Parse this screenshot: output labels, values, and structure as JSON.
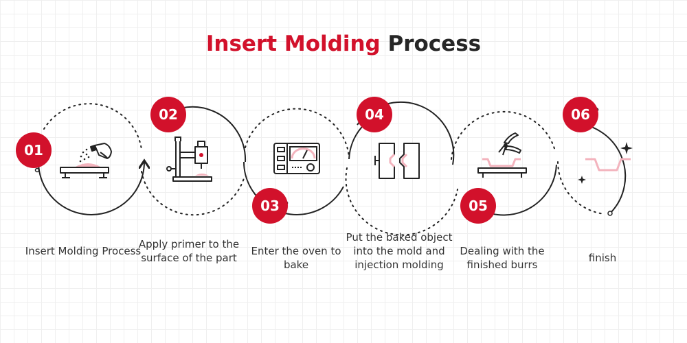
{
  "title": {
    "accent": "Insert Molding",
    "rest": "Process"
  },
  "colors": {
    "accent": "#d2112b",
    "line": "#222222",
    "pink": "#f3b3bd"
  },
  "steps": [
    {
      "number": "01",
      "label": "Insert Molding Process",
      "icon": "spray-on-scale-icon"
    },
    {
      "number": "02",
      "label": "Apply primer to the surface of the part",
      "icon": "primer-press-icon"
    },
    {
      "number": "03",
      "label": "Enter the oven to bake",
      "icon": "oven-icon"
    },
    {
      "number": "04",
      "label": "Put the baked object into the mold and injection molding",
      "icon": "mold-icon"
    },
    {
      "number": "05",
      "label": "Dealing with the finished burrs",
      "icon": "pliers-icon"
    },
    {
      "number": "06",
      "label": "finish",
      "icon": "finished-part-icon"
    }
  ]
}
